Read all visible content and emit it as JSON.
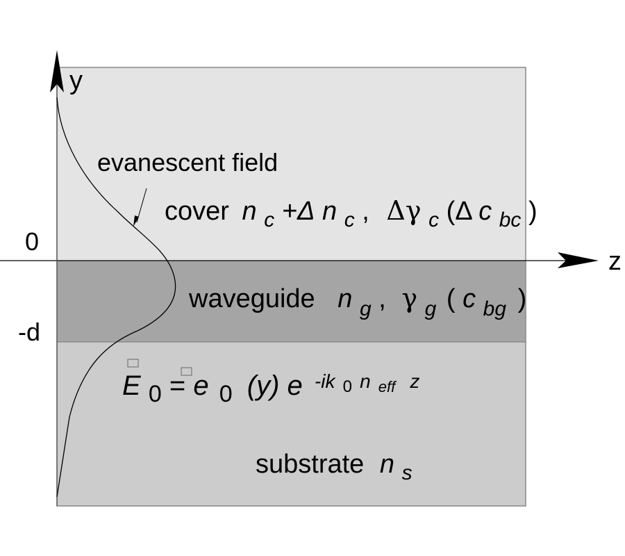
{
  "axes": {
    "y_label": "y",
    "z_label": "z",
    "tick_zero": "0",
    "tick_minus_d": "-d"
  },
  "annotation": {
    "evanescent_label": "evanescent field"
  },
  "layers": {
    "cover": {
      "word": "cover",
      "n": "n",
      "n_sub": "c",
      "plus_delta": "+Δ",
      "n2": "n",
      "n2_sub": "c",
      "comma": ",",
      "delta_gamma": "Δγ",
      "gamma_sub": "c",
      "open": "(Δ",
      "c": "c",
      "c_sub": "bc",
      "close": ")",
      "color": "#e4e4e4"
    },
    "waveguide": {
      "word": "waveguide",
      "n": "n",
      "n_sub": "g",
      "comma": ",",
      "gamma": "γ",
      "gamma_sub": "g",
      "open": "(",
      "c": "c",
      "c_sub": "bg",
      "close": ")",
      "color": "#a5a5a5"
    },
    "substrate": {
      "word": "substrate",
      "n": "n",
      "n_sub": "s",
      "color": "#cccccc"
    }
  },
  "equation": {
    "E": "E",
    "E_sub": "0",
    "equals": "=",
    "e": "e",
    "e_sub": "0",
    "arg": "(y)",
    "exp_base": "e",
    "exp_a": "-ik",
    "exp_k_sub": "0",
    "exp_n": "n",
    "exp_n_sub": "eff",
    "exp_z": "z"
  }
}
